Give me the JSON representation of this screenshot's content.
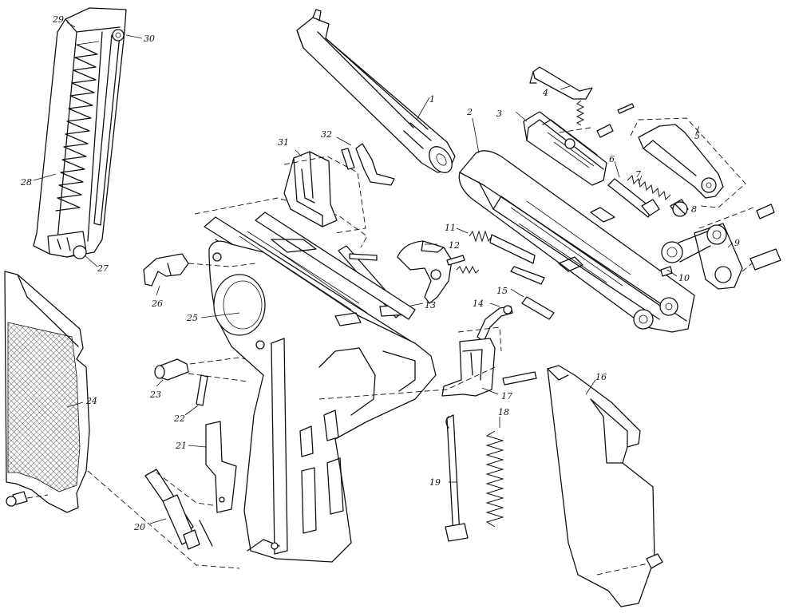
{
  "diagram": {
    "parts": [
      {
        "id": "p1",
        "label": "1"
      },
      {
        "id": "p2",
        "label": "2"
      },
      {
        "id": "p3",
        "label": "3"
      },
      {
        "id": "p4",
        "label": "4"
      },
      {
        "id": "p5",
        "label": "5"
      },
      {
        "id": "p6",
        "label": "6"
      },
      {
        "id": "p7",
        "label": "7"
      },
      {
        "id": "p8",
        "label": "8"
      },
      {
        "id": "p9",
        "label": "9"
      },
      {
        "id": "p10",
        "label": "10"
      },
      {
        "id": "p11",
        "label": "11"
      },
      {
        "id": "p12",
        "label": "12"
      },
      {
        "id": "p13",
        "label": "13"
      },
      {
        "id": "p14",
        "label": "14"
      },
      {
        "id": "p15",
        "label": "15"
      },
      {
        "id": "p16",
        "label": "16"
      },
      {
        "id": "p17",
        "label": "17"
      },
      {
        "id": "p18",
        "label": "18"
      },
      {
        "id": "p19",
        "label": "19"
      },
      {
        "id": "p20",
        "label": "20"
      },
      {
        "id": "p21",
        "label": "21"
      },
      {
        "id": "p22",
        "label": "22"
      },
      {
        "id": "p23",
        "label": "23"
      },
      {
        "id": "p24",
        "label": "24"
      },
      {
        "id": "p25",
        "label": "25"
      },
      {
        "id": "p26",
        "label": "26"
      },
      {
        "id": "p27",
        "label": "27"
      },
      {
        "id": "p28",
        "label": "28"
      },
      {
        "id": "p29",
        "label": "29"
      },
      {
        "id": "p30",
        "label": "30"
      },
      {
        "id": "p31",
        "label": "31"
      },
      {
        "id": "p32",
        "label": "32"
      }
    ]
  }
}
